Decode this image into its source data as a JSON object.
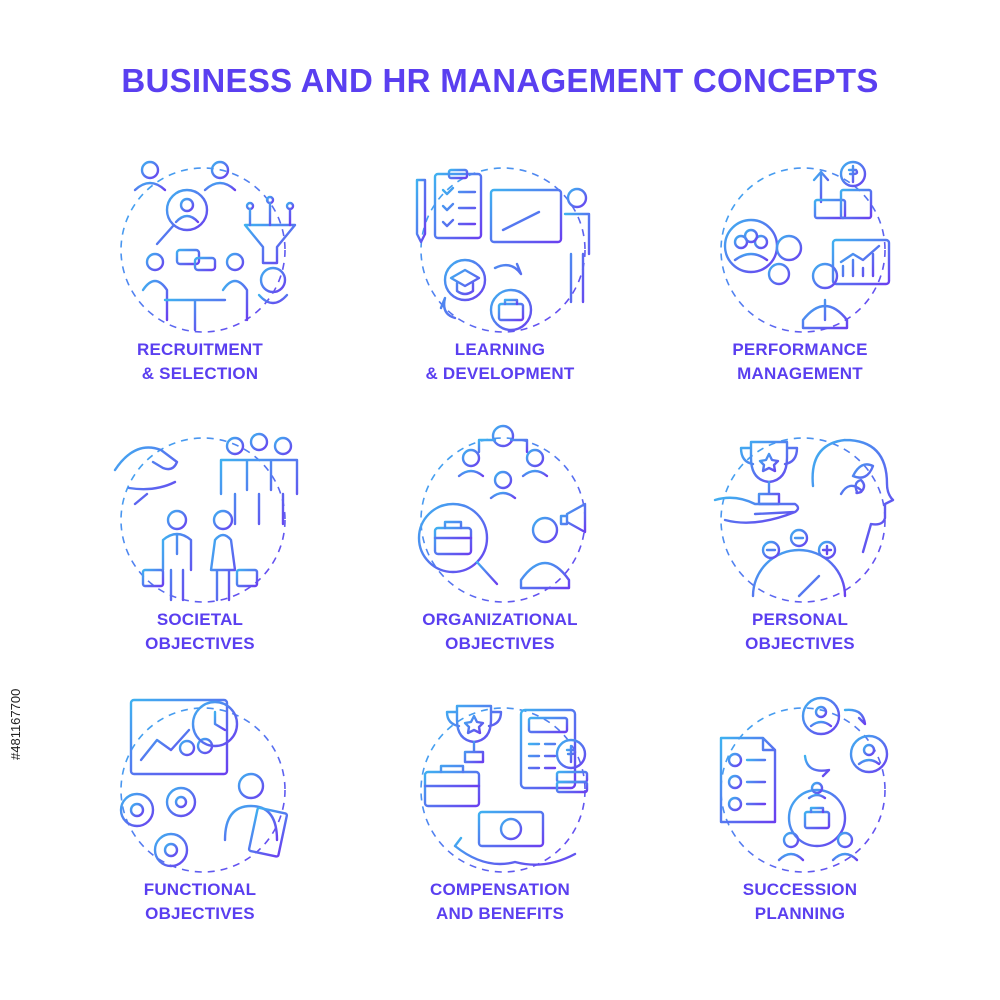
{
  "title": "BUSINESS AND HR MANAGEMENT CONCEPTS",
  "stock_id": "#481167700",
  "colors": {
    "gradient_start": "#3fb1f0",
    "gradient_end": "#6a3ff0",
    "text": "#5a3ff0"
  },
  "concepts": [
    {
      "line1": "RECRUITMENT",
      "line2": "& SELECTION",
      "icon": "recruitment-icon"
    },
    {
      "line1": "LEARNING",
      "line2": "& DEVELOPMENT",
      "icon": "learning-icon"
    },
    {
      "line1": "PERFORMANCE",
      "line2": "MANAGEMENT",
      "icon": "performance-icon"
    },
    {
      "line1": "SOCIETAL",
      "line2": "OBJECTIVES",
      "icon": "societal-icon"
    },
    {
      "line1": "ORGANIZATIONAL",
      "line2": "OBJECTIVES",
      "icon": "organizational-icon"
    },
    {
      "line1": "PERSONAL",
      "line2": "OBJECTIVES",
      "icon": "personal-icon"
    },
    {
      "line1": "FUNCTIONAL",
      "line2": "OBJECTIVES",
      "icon": "functional-icon"
    },
    {
      "line1": "COMPENSATION",
      "line2": "AND BENEFITS",
      "icon": "compensation-icon"
    },
    {
      "line1": "SUCCESSION",
      "line2": "PLANNING",
      "icon": "succession-icon"
    }
  ]
}
